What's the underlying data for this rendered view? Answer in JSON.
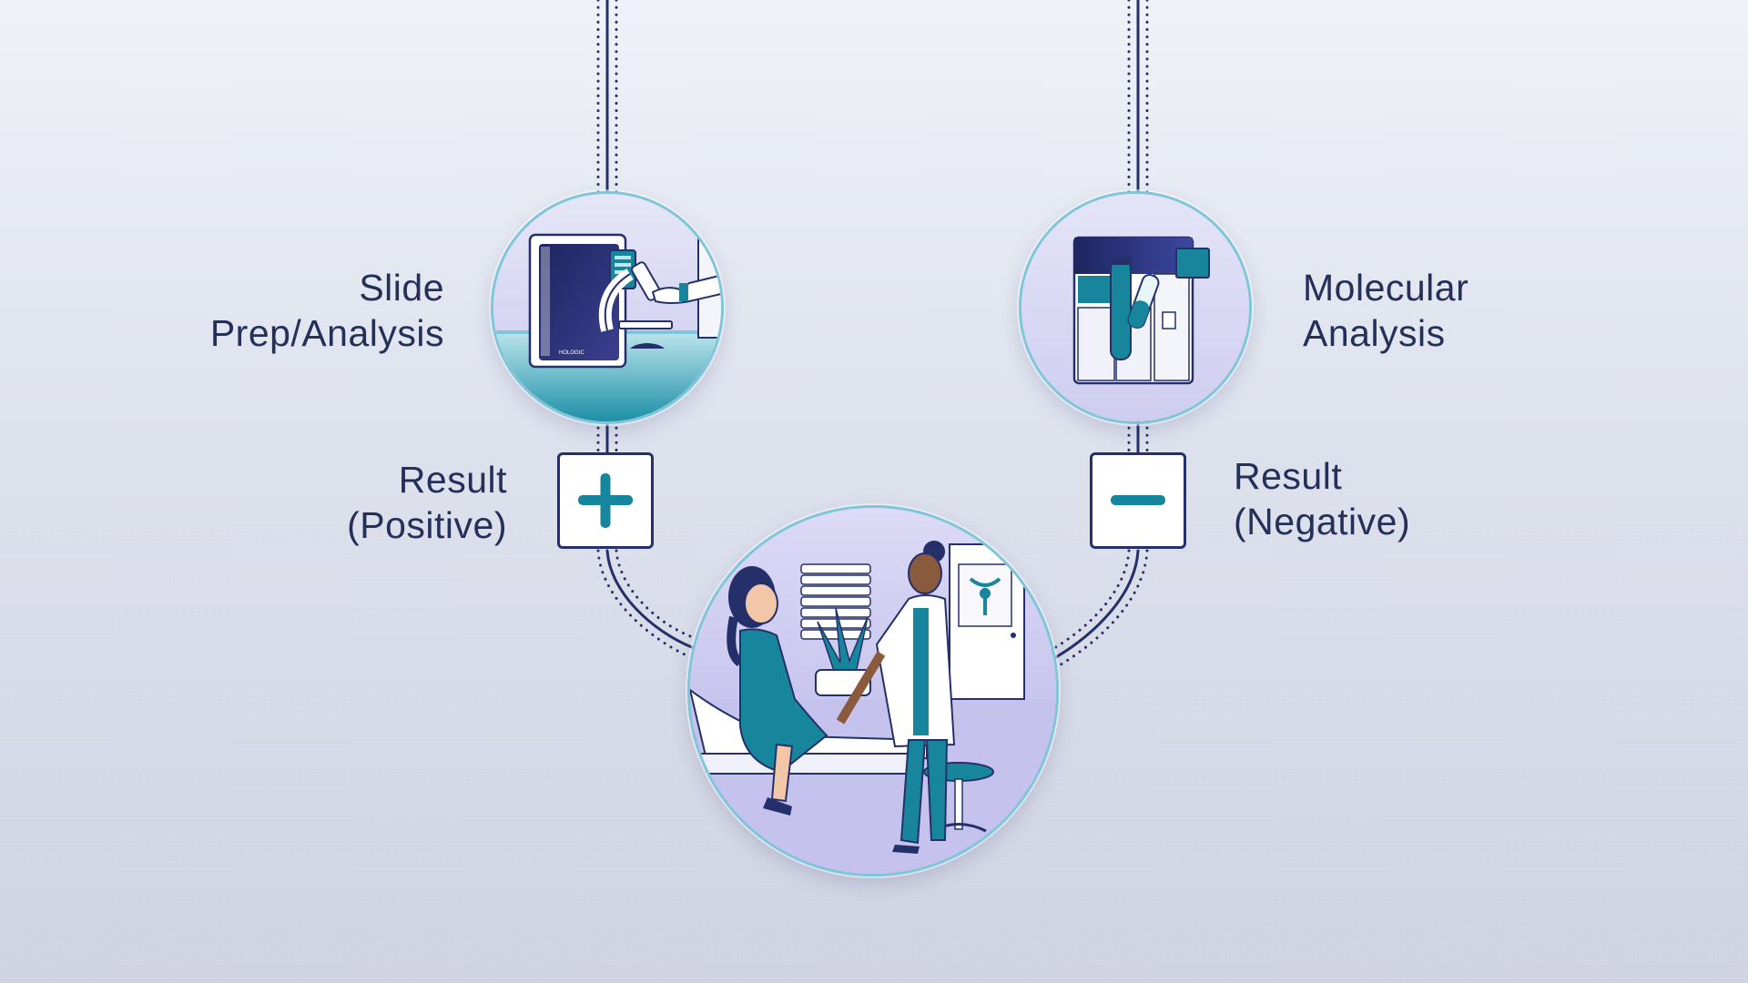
{
  "nodes": {
    "slide_prep": {
      "line1": "Slide",
      "line2": "Prep/Analysis"
    },
    "molecular": {
      "line1": "Molecular",
      "line2": "Analysis"
    }
  },
  "results": {
    "positive": {
      "line1": "Result",
      "line2": "(Positive)",
      "symbol_icon": "plus-icon"
    },
    "negative": {
      "line1": "Result",
      "line2": "(Negative)",
      "symbol_icon": "minus-icon"
    }
  },
  "illustrations": {
    "slide_prep": "slide-processor-microscope-illustration",
    "molecular": "molecular-analyzer-illustration",
    "clinic": "doctor-patient-consultation-illustration",
    "device_brand_text": "HOLOGIC"
  },
  "colors": {
    "navy": "#25306a",
    "teal": "#17869c",
    "lavender": "#c9c8ee",
    "ring": "#7fc6d9"
  }
}
